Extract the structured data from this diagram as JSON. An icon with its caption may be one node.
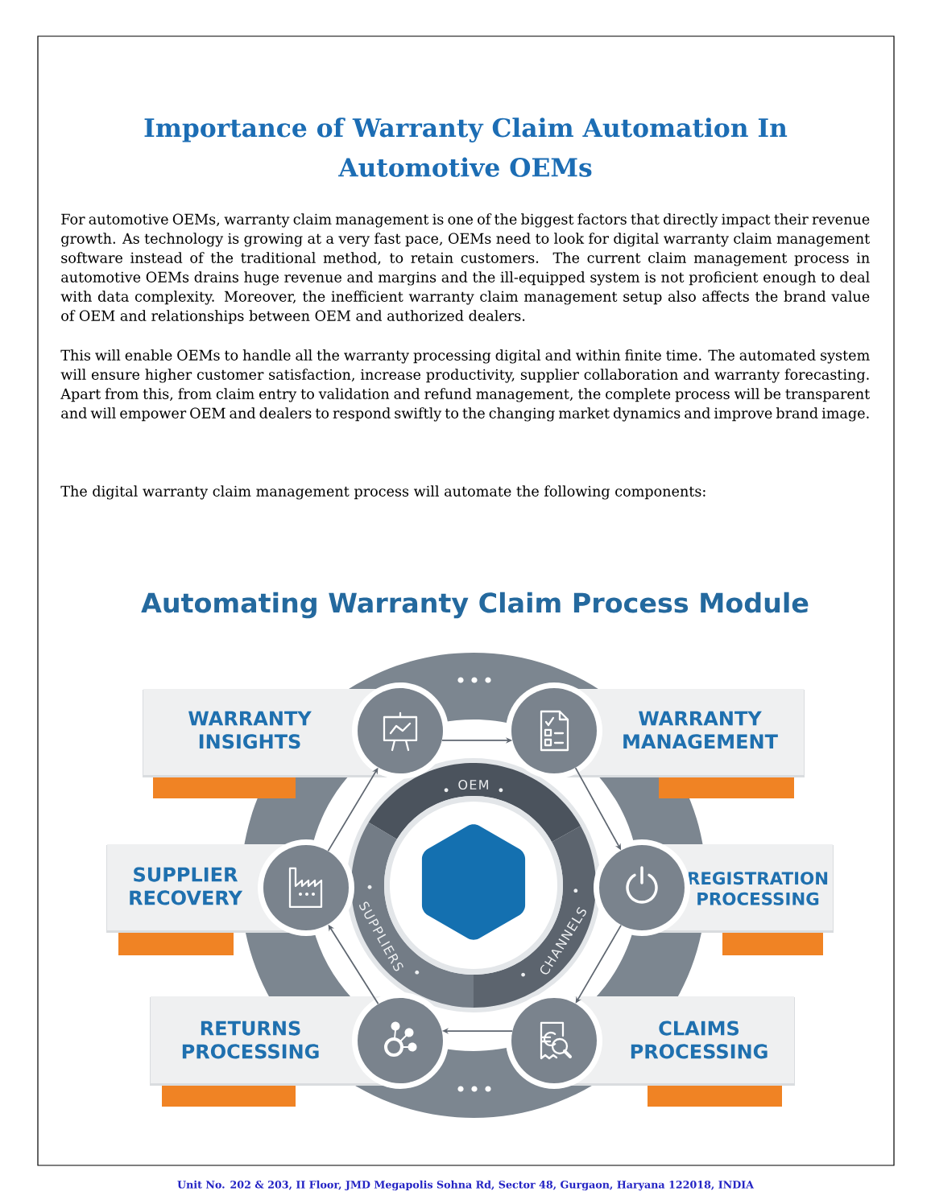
{
  "diagram": {
    "title": "Importance of Warranty Claim Automation In Automotive OEMs",
    "nodes": [
      {
        "text": [
          "WARRANTY INSIGHTS"
        ]
      },
      {
        "text": [],
        "shape": "circle"
      },
      {
        "text": [],
        "shape": "circle"
      },
      {
        "text": [
          "WARRANTY MANAGEMENT"
        ]
      },
      {
        "text": [
          "SUPPLIER RECOVERY"
        ]
      },
      {
        "text": [],
        "shape": "circle"
      },
      {
        "text": [],
        "shape": "circle"
      },
      {
        "text": [
          "REGISTRATION PROCESSING"
        ]
      },
      {
        "text": [
          "RETURNS PROCESSING"
        ]
      },
      {
        "text": [],
        "shape": "circle"
      },
      {
        "text": [],
        "shape": "circle"
      },
      {
        "text": [
          "CLAIMS PROCESSING"
        ]
      }
    ],
    "edges": [
      {
        "from": 1,
        "to": 2,
        "arrow": "to"
      },
      {
        "from": 2,
        "to": 6,
        "arrow": "to"
      },
      {
        "from": 6,
        "to": 10,
        "arrow": "to"
      },
      {
        "from": 10,
        "to": 9,
        "arrow": "to"
      },
      {
        "from": 9,
        "to": 5,
        "arrow": "to"
      },
      {
        "from": 5,
        "to": 1,
        "arrow": "to"
      }
    ],
    "labels": [
      "For automotive OEMs, warranty claim management is one of the biggest factors that directly impact their revenue growth. As technology is growing at a very fast pace, OEMs need to look for digital warranty claim management software instead of the traditional method, to retain customers. The current claim management process in automotive OEMs drains huge revenue and margins and the ill-equipped system is not proficient enough to deal with data complexity. Moreover, the inefficient warranty claim management setup also affects the brand value of OEM and relationships between OEM and authorized dealers.",
      "This will enable OEMs to handle all the warranty processing digital and within finite time. The automated system will ensure higher customer satisfaction, increase productivity, supplier collaboration and warranty forecasting. Apart from this, from claim entry to validation and refund management, the complete process will be transparent and will empower OEM and dealers to respond swiftly to the changing market dynamics and improve brand image.",
      "The digital warranty claim management process will automate the following components:",
      "Automating Warranty Claim Process Module",
      "OEM",
      "SUPPLIERS",
      "CHANNELS",
      "Unit No. 202 & 203, II Floor, JMD Megapolis Sohna Rd, Sector 48, Gurgaon, Haryana 122018, INDIA"
    ]
  }
}
